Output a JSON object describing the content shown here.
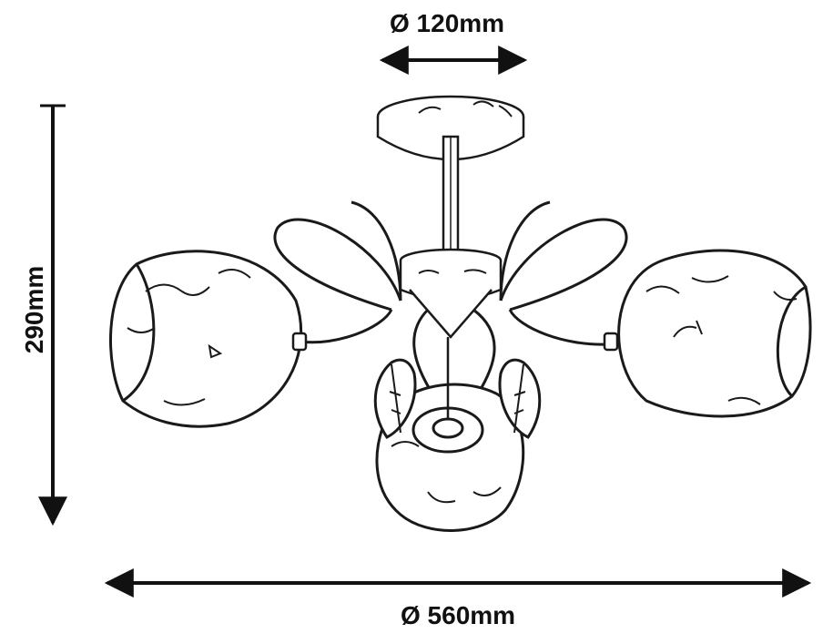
{
  "dimensions": {
    "top_width": "Ø 120mm",
    "height": "290mm",
    "bottom_width": "Ø 560mm"
  },
  "colors": {
    "line": "#1a1a1a",
    "fill": "#ffffff"
  }
}
